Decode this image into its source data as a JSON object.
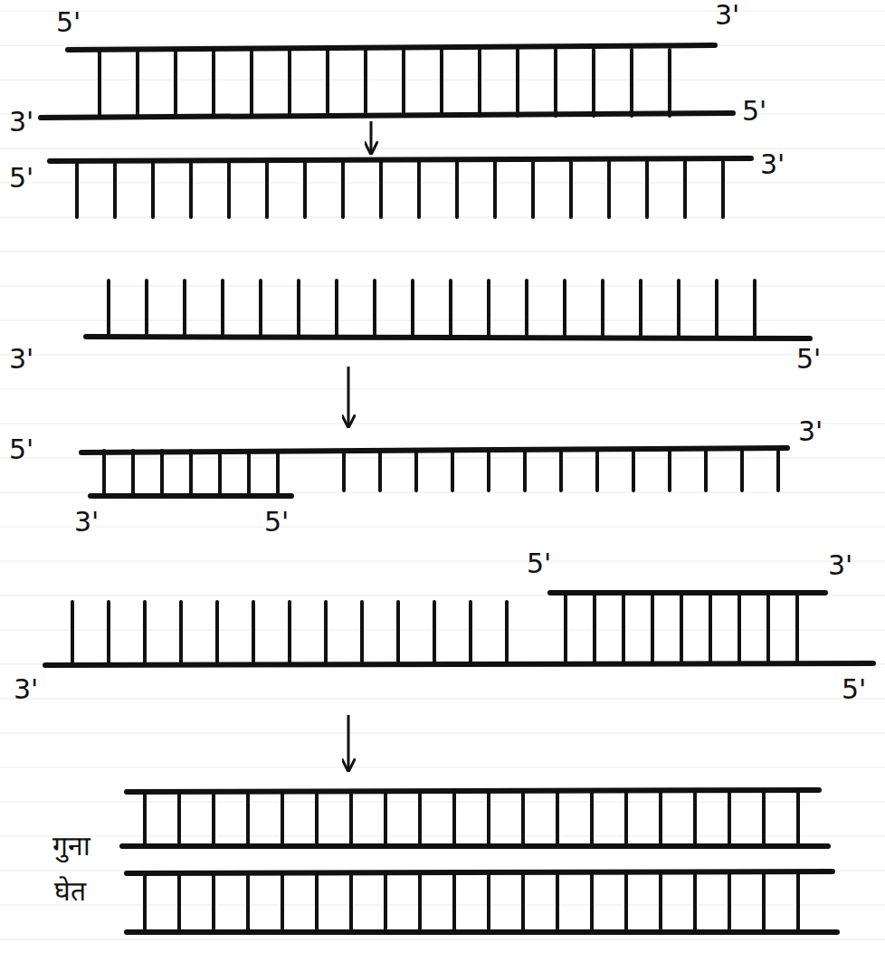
{
  "diagram": {
    "labels": [
      "5'",
      "3'",
      "3'",
      "5'",
      "5'",
      "3'",
      "3'",
      "5'",
      "5'",
      "3'",
      "3'",
      "5'",
      "5'",
      "3'",
      "3'",
      "5'",
      "गुना",
      "घेत"
    ]
  }
}
